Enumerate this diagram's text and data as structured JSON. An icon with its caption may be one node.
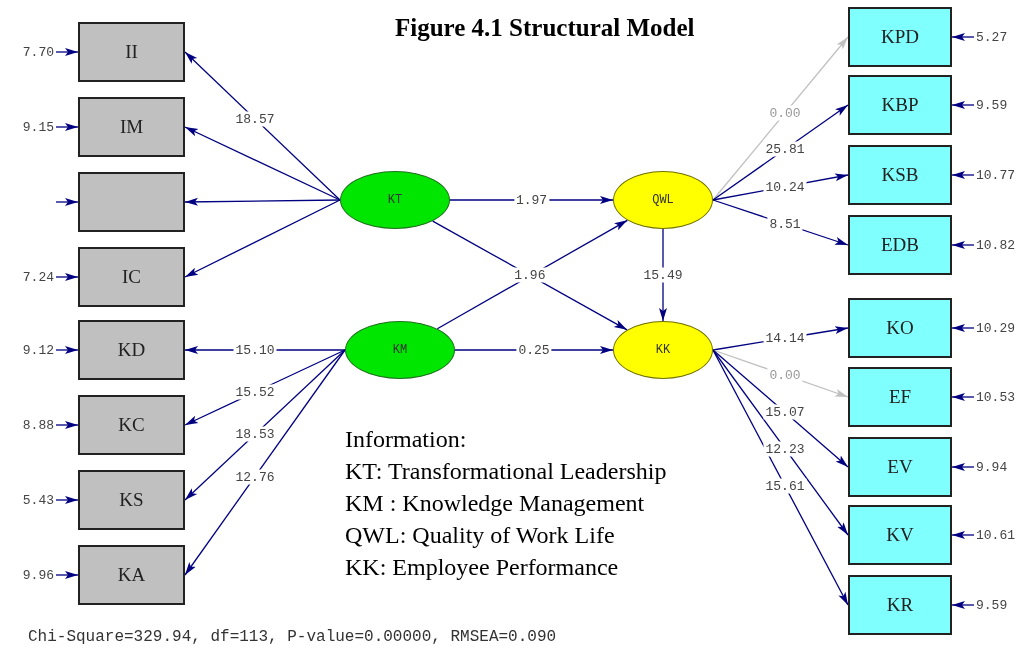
{
  "diagram": {
    "title": "Figure 4.1 Structural Model",
    "nodes": [
      {
        "text": [
          "II"
        ]
      },
      {
        "text": [
          "IM"
        ]
      },
      {
        "text": [],
        "shape": "box"
      },
      {
        "text": [
          "IC"
        ]
      },
      {
        "text": [
          "KD"
        ]
      },
      {
        "text": [
          "KC"
        ]
      },
      {
        "text": [
          "KS"
        ]
      },
      {
        "text": [
          "KA"
        ]
      },
      {
        "text": [
          "KT"
        ]
      },
      {
        "text": [
          "KM"
        ]
      },
      {
        "text": [
          "QWL"
        ]
      },
      {
        "text": [
          "KK"
        ]
      },
      {
        "text": [
          "KPD"
        ]
      },
      {
        "text": [
          "KBP"
        ]
      },
      {
        "text": [
          "KSB"
        ]
      },
      {
        "text": [
          "EDB"
        ]
      },
      {
        "text": [
          "KO"
        ]
      },
      {
        "text": [
          "EF"
        ]
      },
      {
        "text": [
          "EV"
        ]
      },
      {
        "text": [
          "KV"
        ]
      },
      {
        "text": [
          "KR"
        ]
      }
    ],
    "edges": [
      {
        "from": 8,
        "to": 0,
        "arrow": "to",
        "label": "18.57"
      },
      {
        "from": 8,
        "to": 1,
        "arrow": "to"
      },
      {
        "from": 8,
        "to": 2,
        "arrow": "to"
      },
      {
        "from": 8,
        "to": 3,
        "arrow": "to"
      },
      {
        "from": 9,
        "to": 4,
        "arrow": "to",
        "label": "15.10"
      },
      {
        "from": 9,
        "to": 5,
        "arrow": "to",
        "label": "15.52"
      },
      {
        "from": 9,
        "to": 6,
        "arrow": "to",
        "label": "18.53"
      },
      {
        "from": 9,
        "to": 7,
        "arrow": "to",
        "label": "12.76"
      },
      {
        "from": 8,
        "to": 10,
        "arrow": "to",
        "label": "1.97"
      },
      {
        "from": 8,
        "to": 11,
        "arrow": "to",
        "label": "1.96"
      },
      {
        "from": 9,
        "to": 10,
        "arrow": "to"
      },
      {
        "from": 9,
        "to": 11,
        "arrow": "to",
        "label": "0.25"
      },
      {
        "from": 10,
        "to": 11,
        "arrow": "to",
        "label": "15.49"
      },
      {
        "from": 10,
        "to": 12,
        "arrow": "to",
        "label": "0.00",
        "color": "#c0c0c0"
      },
      {
        "from": 10,
        "to": 13,
        "arrow": "to",
        "label": "25.81"
      },
      {
        "from": 10,
        "to": 14,
        "arrow": "to",
        "label": "10.24"
      },
      {
        "from": 10,
        "to": 15,
        "arrow": "to",
        "label": "8.51"
      },
      {
        "from": 11,
        "to": 16,
        "arrow": "to",
        "label": "14.14"
      },
      {
        "from": 11,
        "to": 17,
        "arrow": "to",
        "label": "0.00",
        "color": "#c0c0c0"
      },
      {
        "from": 11,
        "to": 18,
        "arrow": "to",
        "label": "15.07"
      },
      {
        "from": 11,
        "to": 19,
        "arrow": "to",
        "label": "12.23"
      },
      {
        "from": 11,
        "to": 20,
        "arrow": "to",
        "label": "15.61"
      },
      {
        "from": null,
        "to": 0,
        "arrow": "to",
        "label": "7.70"
      },
      {
        "from": null,
        "to": 1,
        "arrow": "to",
        "label": "9.15"
      },
      {
        "from": null,
        "to": 2,
        "arrow": "to"
      },
      {
        "from": null,
        "to": 3,
        "arrow": "to",
        "label": "7.24"
      },
      {
        "from": null,
        "to": 4,
        "arrow": "to",
        "label": "9.12"
      },
      {
        "from": null,
        "to": 5,
        "arrow": "to",
        "label": "8.88"
      },
      {
        "from": null,
        "to": 6,
        "arrow": "to",
        "label": "5.43"
      },
      {
        "from": null,
        "to": 7,
        "arrow": "to",
        "label": "9.96"
      },
      {
        "from": null,
        "to": 12,
        "arrow": "to",
        "label": "5.27"
      },
      {
        "from": null,
        "to": 13,
        "arrow": "to",
        "label": "9.59"
      },
      {
        "from": null,
        "to": 14,
        "arrow": "to",
        "label": "10.77"
      },
      {
        "from": null,
        "to": 15,
        "arrow": "to",
        "label": "10.82"
      },
      {
        "from": null,
        "to": 16,
        "arrow": "to",
        "label": "10.29"
      },
      {
        "from": null,
        "to": 17,
        "arrow": "to",
        "label": "10.53"
      },
      {
        "from": null,
        "to": 18,
        "arrow": "to",
        "label": "9.94"
      },
      {
        "from": null,
        "to": 19,
        "arrow": "to",
        "label": "10.61"
      },
      {
        "from": null,
        "to": 20,
        "arrow": "to",
        "label": "9.59"
      }
    ],
    "labels": [
      "Information:",
      "KT: Transformational Leadership",
      "KM : Knowledge Management",
      "QWL: Quality of Work Life",
      "KK: Employee Performance",
      "Chi-Square=329.94, df=113, P-value=0.00000, RMSEA=0.090"
    ]
  }
}
